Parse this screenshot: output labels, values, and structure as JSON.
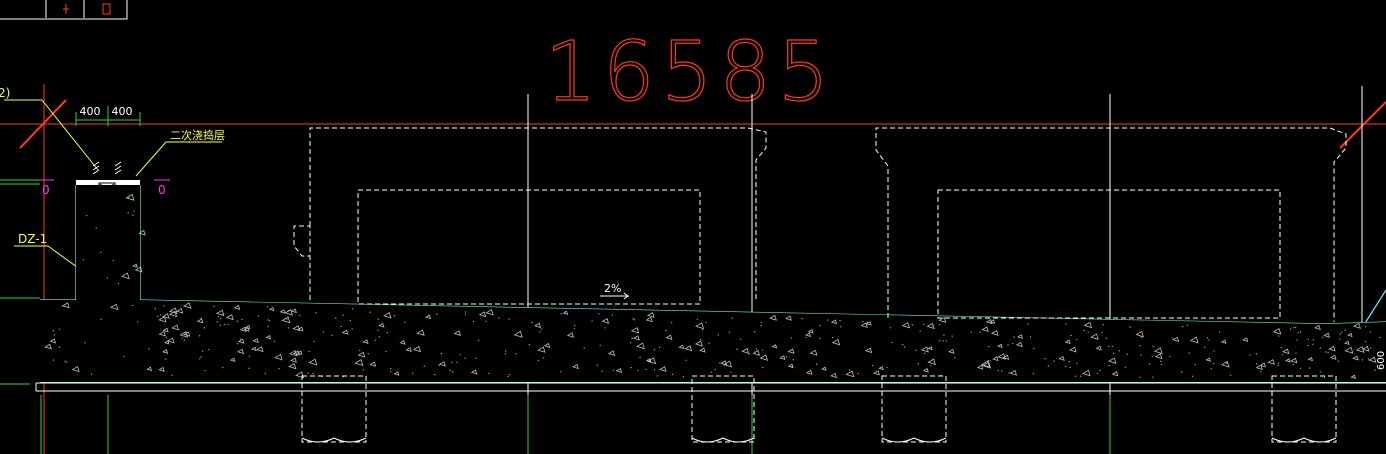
{
  "title_block": {
    "cells": [
      "",
      "",
      ""
    ]
  },
  "dimension_main": "16585",
  "dimension_left": "400",
  "dimension_right": "400",
  "label_second_pour": "二次浇捣层",
  "label_column": "DZ-1",
  "label_slope": "2%",
  "label_section_left": "0",
  "label_section_right": "0",
  "label_corner": "2)",
  "label_right_edge": "600",
  "colors": {
    "background": "#000000",
    "cad_red": "#ff3a1a",
    "cad_white": "#ffffff",
    "cad_cyan": "#5ff0f0",
    "cad_green": "#2bd92b",
    "cad_yellow": "#ffff3a",
    "cad_magenta": "#ff33ff",
    "cad_gray": "#bdbdbd"
  }
}
